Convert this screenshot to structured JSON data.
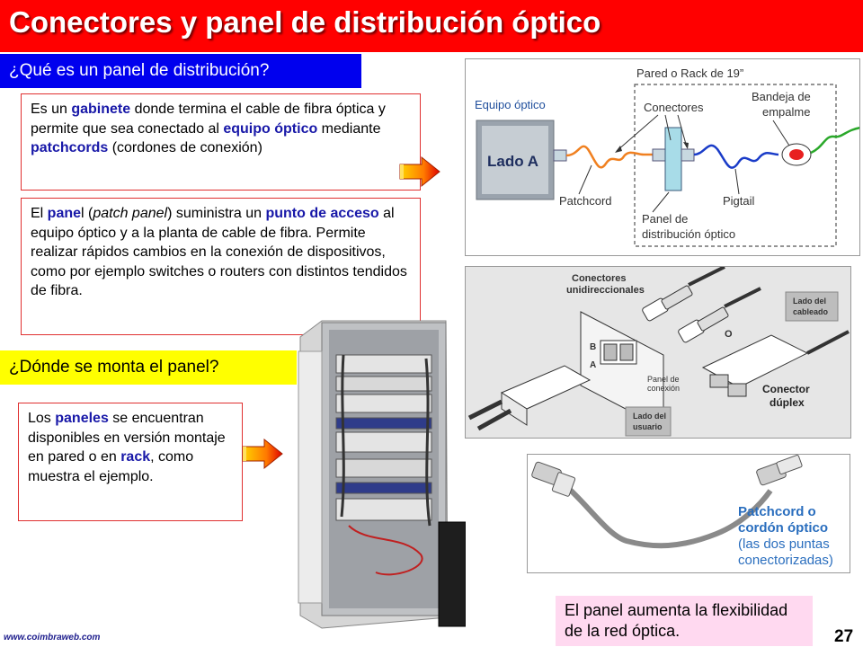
{
  "title": "Conectores y panel de distribución óptico",
  "section1_header": "¿Qué es un panel de distribución?",
  "box1": {
    "t1": "Es un ",
    "k1": "gabinete",
    "t2": " donde termina el cable de fibra óptica y permite que sea conectado al ",
    "k2": "equipo óptico",
    "t3": " mediante ",
    "k3": "patchcords",
    "t4": " (cordones de conexión)"
  },
  "box2": {
    "t1": "El ",
    "k1": "pane",
    "t2": "l (",
    "i1": "patch panel",
    "t3": ") suministra un ",
    "k2": "punto de acceso",
    "t4": " al equipo óptico y a la planta de cable de fibra. Permite realizar rápidos cambios en la conexión de dispositivos, como por ejemplo switches o routers con distintos tendidos de fibra."
  },
  "section2_header": "¿Dónde se monta el panel?",
  "box3": {
    "t1": "Los ",
    "k1": "paneles",
    "t2": " se encuentran disponibles en versión montaje en pared o en ",
    "k2": "rack",
    "t3": ", como muestra el ejemplo."
  },
  "diagram1": {
    "rack_label": "Pared o Rack de 19”",
    "equipo_label": "Equipo óptico",
    "lado_a": "Lado A",
    "conectores": "Conectores",
    "bandeja1": "Bandeja de",
    "bandeja2": "empalme",
    "patchcord": "Patchcord",
    "pigtail": "Pigtail",
    "panel1": "Panel de",
    "panel2": "distribución óptico"
  },
  "diagram2": {
    "conectores1": "Conectores",
    "conectores2": "unidireccionales",
    "lado_cableado1": "Lado del",
    "lado_cableado2": "cableado",
    "panel_conexion1": "Panel de",
    "panel_conexion2": "conexión",
    "lado_usuario1": "Lado del",
    "lado_usuario2": "usuario",
    "conector1": "Conector",
    "conector2": "dúplex",
    "port_a": "A",
    "port_b": "B",
    "port_o": "O"
  },
  "diagram3": {
    "line1": "Patchcord o",
    "line2": "cordón óptico",
    "line3": "(las dos puntas",
    "line4": "conectorizadas)"
  },
  "note": "El panel aumenta la flexibilidad de la red óptica.",
  "footer_url": "www.coimbraweb.com",
  "page_number": "27",
  "colors": {
    "title_bg": "#ff0000",
    "header_blue": "#0000ee",
    "header_yellow": "#ffff00",
    "keyword": "#1818a8",
    "box_border": "#e03030",
    "note_bg": "#ffd9f0"
  }
}
